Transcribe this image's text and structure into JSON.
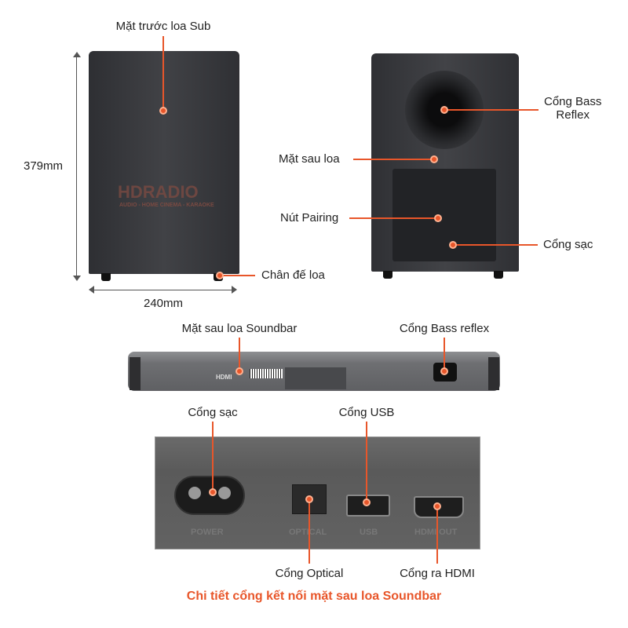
{
  "labels": {
    "sub_front": "Mặt trước loa Sub",
    "height": "379mm",
    "width": "240mm",
    "feet": "Chân đế loa",
    "bass_reflex_line1": "Cổng Bass",
    "bass_reflex_line2": "Reflex",
    "sub_rear": "Mặt sau loa",
    "pairing": "Nút Pairing",
    "charging_sub": "Cổng sạc",
    "soundbar_rear": "Mặt sau loa Soundbar",
    "soundbar_bass_reflex": "Cổng Bass reflex",
    "charging": "Cổng sạc",
    "usb": "Cổng USB",
    "optical": "Cổng Optical",
    "hdmi_out": "Cổng ra HDMI"
  },
  "port_prints": {
    "power": "POWER",
    "optical": "OPTICAL",
    "usb": "USB",
    "hdmi": "HDMI OUT",
    "hdmi_logo": "HDMI"
  },
  "watermark": {
    "brand": "HDRADIO",
    "tagline": "AUDIO - HOME CINEMA - KARAOKE"
  },
  "caption": "Chi tiết cổng kết nối mặt sau loa Soundbar",
  "colors": {
    "accent": "#e8562a",
    "device": "#3a3b3f",
    "panel": "#5c5c5c"
  }
}
